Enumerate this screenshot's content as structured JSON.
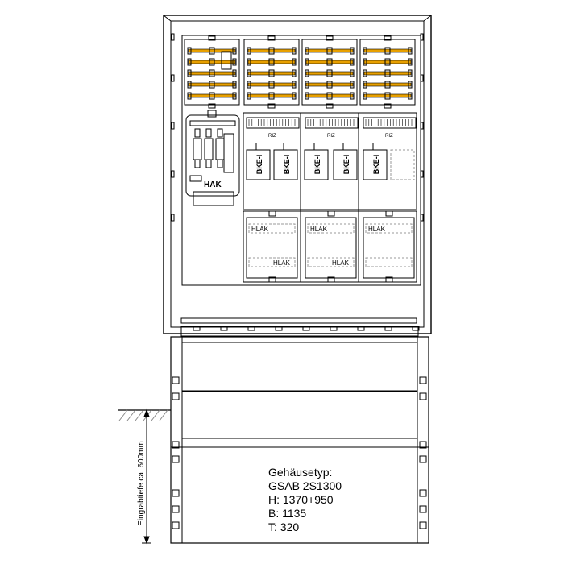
{
  "modules": {
    "riz_label": "RIZ",
    "bke_label": "BKE-I",
    "hlak_label": "HLAK",
    "hak_label": "HAK"
  },
  "dimension": {
    "depth_label": "Eingrabtiefe ca. 600mm"
  },
  "spec": {
    "title": "Gehäusetyp:",
    "model": "GSAB 2S1300",
    "height": "H: 1370+950",
    "width": "B: 1135",
    "depth": "T: 320"
  },
  "colors": {
    "line": "#000000",
    "busbar": "#e8a000",
    "hatch": "#888888",
    "dashed": "#9a9a9a"
  }
}
